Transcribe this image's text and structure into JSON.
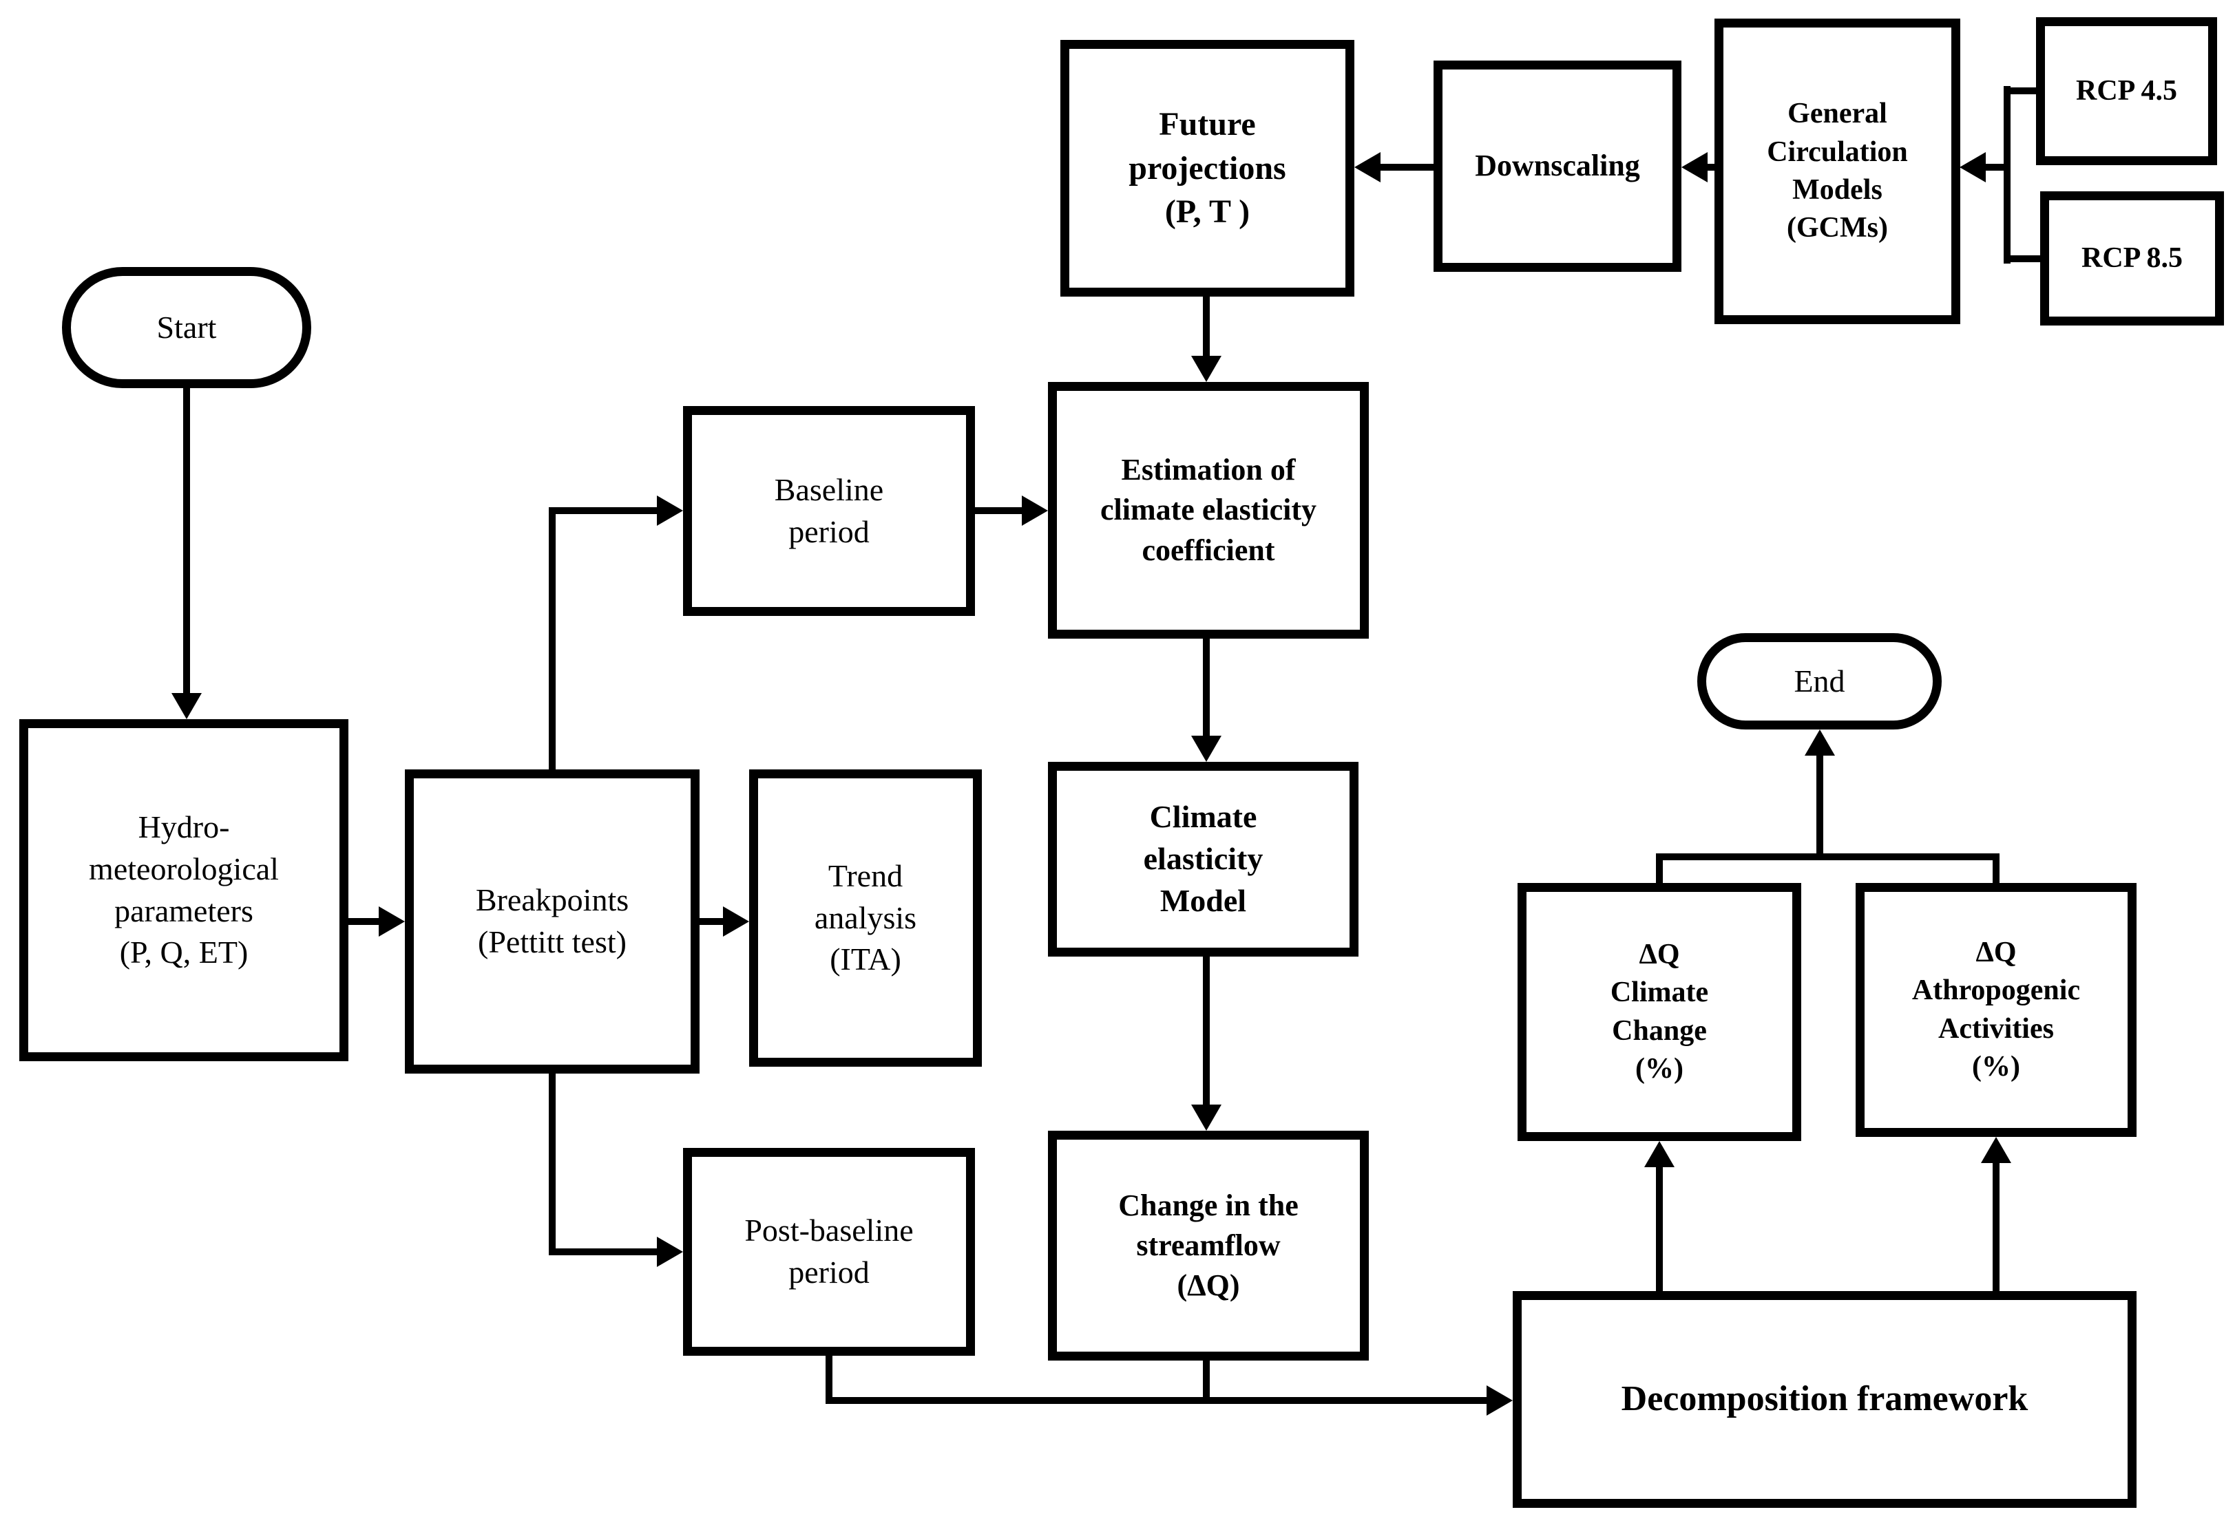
{
  "colors": {
    "line": "#000000",
    "background": "#ffffff",
    "text": "#000000"
  },
  "nodes": {
    "start": {
      "label": "Start"
    },
    "hydromet": {
      "label": "Hydro-\nmeteorological\nparameters\n(P, Q, ET)"
    },
    "breakpoints": {
      "label": "Breakpoints\n(Pettitt test)"
    },
    "trend": {
      "label": "Trend\nanalysis\n(ITA)"
    },
    "baseline": {
      "label": "Baseline\nperiod"
    },
    "post_baseline": {
      "label": "Post-baseline\nperiod"
    },
    "estimation": {
      "label": "Estimation of\nclimate elasticity\ncoefficient"
    },
    "future": {
      "label": "Future\nprojections\n(P, T )"
    },
    "downscaling": {
      "label": "Downscaling"
    },
    "gcms": {
      "label": "General\nCirculation\nModels\n(GCMs)"
    },
    "rcp45": {
      "label": "RCP 4.5"
    },
    "rcp85": {
      "label": "RCP 8.5"
    },
    "model": {
      "label": "Climate\nelasticity\nModel"
    },
    "change": {
      "label": "Change in the\nstreamflow\n(ΔQ)"
    },
    "decomposition": {
      "label": "Decomposition framework"
    },
    "dq_climate": {
      "label": "ΔQ\nClimate\nChange\n(%)"
    },
    "dq_anthropogenic": {
      "label": "ΔQ\nAthropogenic\nActivities\n(%)"
    },
    "end": {
      "label": "End"
    }
  }
}
